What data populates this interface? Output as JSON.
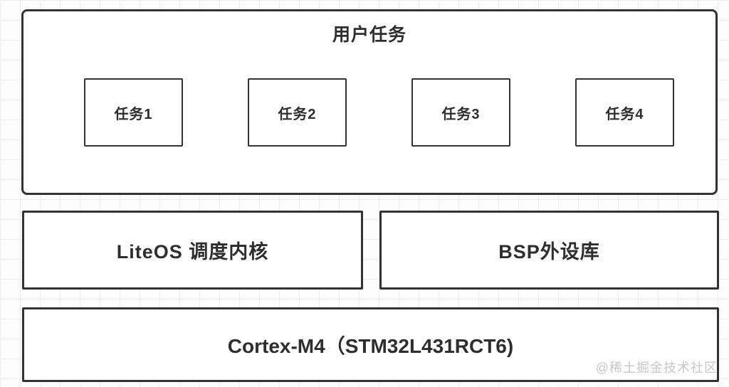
{
  "diagram": {
    "user_tasks": {
      "title": "用户任务",
      "tasks": [
        "任务1",
        "任务2",
        "任务3",
        "任务4"
      ]
    },
    "kernel_label": "LiteOS 调度内核",
    "bsp_label": "BSP外设库",
    "hardware_label": "Cortex-M4（STM32L431RCT6)"
  },
  "watermark": "@稀土掘金技术社区",
  "colors": {
    "border": "#333333",
    "text": "#2e2e2e",
    "box_background": "#ffffff",
    "canvas_background": "#fcfcfc",
    "grid_line": "#ededed",
    "watermark": "#c6c8c9"
  }
}
